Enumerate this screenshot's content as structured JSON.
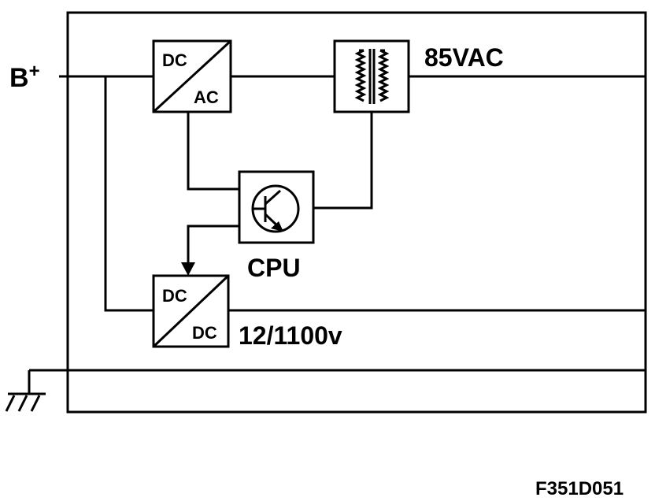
{
  "supply": {
    "base": "B",
    "sup": "+"
  },
  "dcac": {
    "top": "DC",
    "bottom": "AC"
  },
  "dcdc": {
    "top": "DC",
    "bottom": "DC"
  },
  "output_ac": "85VAC",
  "output_dc": "12/1100v",
  "cpu_label": "CPU",
  "figure_id": "F351D051"
}
